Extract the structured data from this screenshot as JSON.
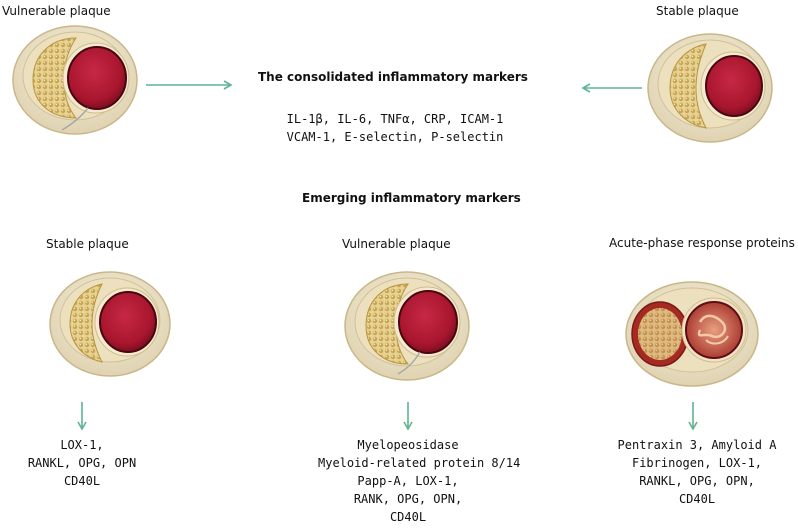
{
  "top": {
    "left_label": "Vulnerable plaque",
    "right_label": "Stable plaque",
    "consolidated_title": "The consolidated inflammatory markers",
    "consolidated_markers": [
      "IL-1β, IL-6, TNFα, CRP, ICAM-1",
      "VCAM-1, E-selectin, P-selectin"
    ]
  },
  "emerging": {
    "title": "Emerging inflammatory markers",
    "columns": [
      {
        "label": "Stable plaque",
        "markers": [
          "LOX-1,",
          "RANKL, OPG, OPN",
          "CD40L"
        ]
      },
      {
        "label": "Vulnerable plaque",
        "markers": [
          "Myelopeosidase",
          "Myeloid-related protein 8/14",
          "Papp-A, LOX-1,",
          "RANK, OPG, OPN,",
          "CD40L"
        ]
      },
      {
        "label": "Acute-phase response proteins",
        "markers": [
          "Pentraxin 3, Amyloid A",
          "Fibrinogen, LOX-1,",
          "RANKL, OPG, OPN,",
          "CD40L"
        ]
      }
    ]
  },
  "colors": {
    "arrow": "#5fb392",
    "vessel_wall": "#efe6cf",
    "lumen": "#a9162e",
    "lipid_core": "#e1c783"
  }
}
